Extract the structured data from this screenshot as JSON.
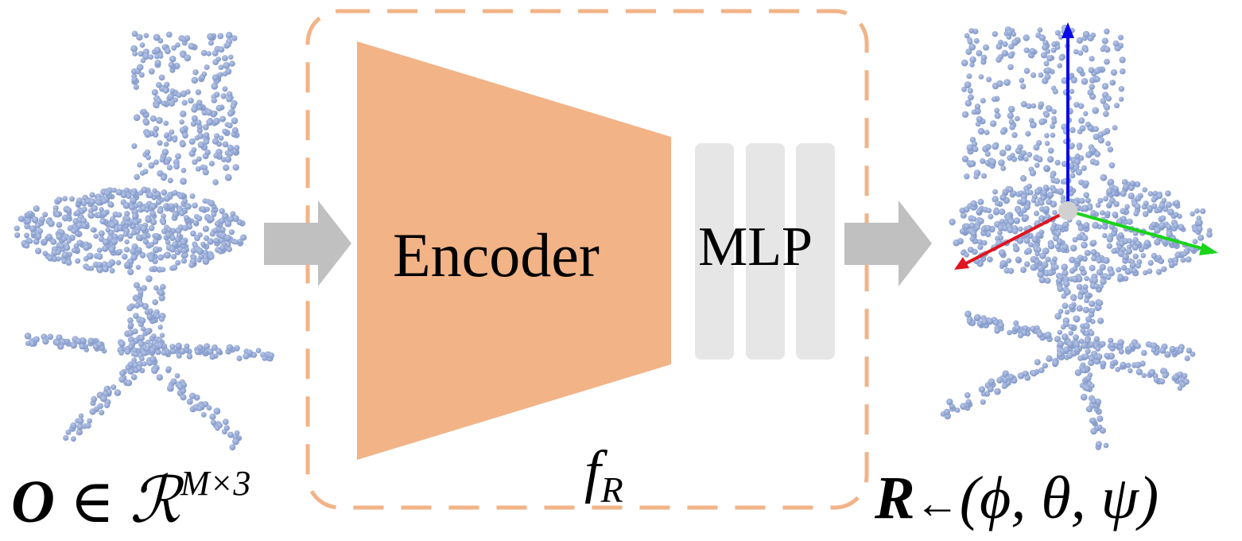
{
  "encoder": {
    "label": "Encoder",
    "color": "#f2b387"
  },
  "mlp": {
    "label": "MLP",
    "layer_color": "#e6e6e6"
  },
  "module": {
    "name": "f",
    "subscript": "R",
    "border_color": "#f2b387"
  },
  "input": {
    "symbol": "O",
    "relation": "∈",
    "space": "ℛ",
    "dims": "M×3"
  },
  "output": {
    "symbol": "R",
    "arrow": "←",
    "angles": "(ϕ, θ, ψ)"
  },
  "colors": {
    "points": "#8aa0cf",
    "flow_arrow": "#c0c0c0",
    "axis_x": "#e0141e",
    "axis_y": "#19d419",
    "axis_z": "#0a0ae6",
    "origin": "#d0d0d0"
  }
}
